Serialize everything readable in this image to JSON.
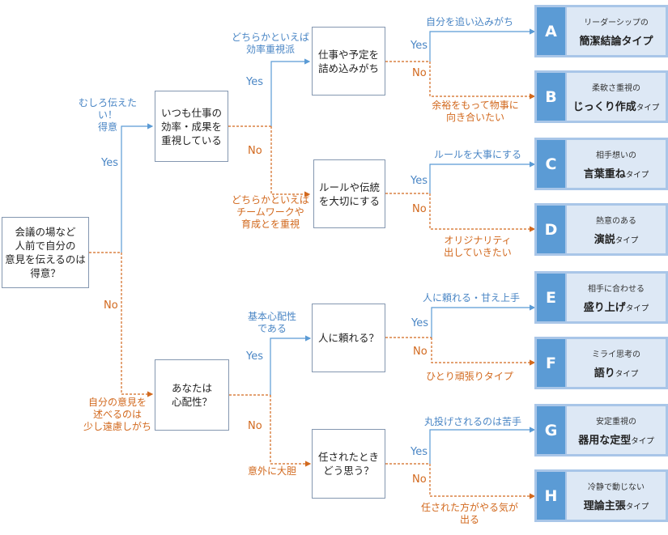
{
  "colors": {
    "yes": "#5b9bd5",
    "no": "#d2691e",
    "result_fill": "#5b9bd5",
    "result_bg": "#dde8f5"
  },
  "questions": {
    "q1": "会議の場など\n人前で自分の\n意見を伝えるのは\n得意？",
    "q2": "いつも仕事の\n効率・成果を\n重視している",
    "q3": "あなたは\n心配性？",
    "q4": "仕事や予定を\n詰め込みがち",
    "q5": "ルールや伝統\nを大切にする",
    "q6": "人に頼れる？",
    "q7": "任されたとき\nどう思う？"
  },
  "yes_label": "Yes",
  "no_label": "No",
  "branch_notes": {
    "q1_yes": "むしろ伝えたい！\n得意",
    "q1_no": "自分の意見を\n述べるのは\n少し遠慮しがち",
    "q2_yes": "どちらかといえば\n効率重視派",
    "q2_no": "どちらかといえば\nチームワークや\n育成とを重視",
    "q3_yes": "基本心配性\nである",
    "q3_no": "意外に大胆",
    "q4_yes": "自分を追い込みがち",
    "q4_no": "余裕をもって物事に\n向き合いたい",
    "q5_yes": "ルールを大事にする",
    "q5_no": "オリジナリティ\n出していきたい",
    "q6_yes": "人に頼れる・甘え上手",
    "q6_no": "ひとり頑張りタイプ",
    "q7_yes": "丸投げされるのは苦手",
    "q7_no": "任された方がやる気が\n出る"
  },
  "results": [
    {
      "letter": "A",
      "sub": "リーダーシップの",
      "main": "簡潔結論タイプ",
      "suffix": ""
    },
    {
      "letter": "B",
      "sub": "柔軟さ重視の",
      "main": "じっくり作成",
      "suffix": "タイプ"
    },
    {
      "letter": "C",
      "sub": "相手想いの",
      "main": "言葉重ね",
      "suffix": "タイプ"
    },
    {
      "letter": "D",
      "sub": "熱意のある",
      "main": "演説",
      "suffix": "タイプ"
    },
    {
      "letter": "E",
      "sub": "相手に合わせる",
      "main": "盛り上げ",
      "suffix": "タイプ"
    },
    {
      "letter": "F",
      "sub": "ミライ思考の",
      "main": "語り",
      "suffix": "タイプ"
    },
    {
      "letter": "G",
      "sub": "安定重視の",
      "main": "器用な定型",
      "suffix": "タイプ"
    },
    {
      "letter": "H",
      "sub": "冷静で動じない",
      "main": "理論主張",
      "suffix": "タイプ"
    }
  ]
}
